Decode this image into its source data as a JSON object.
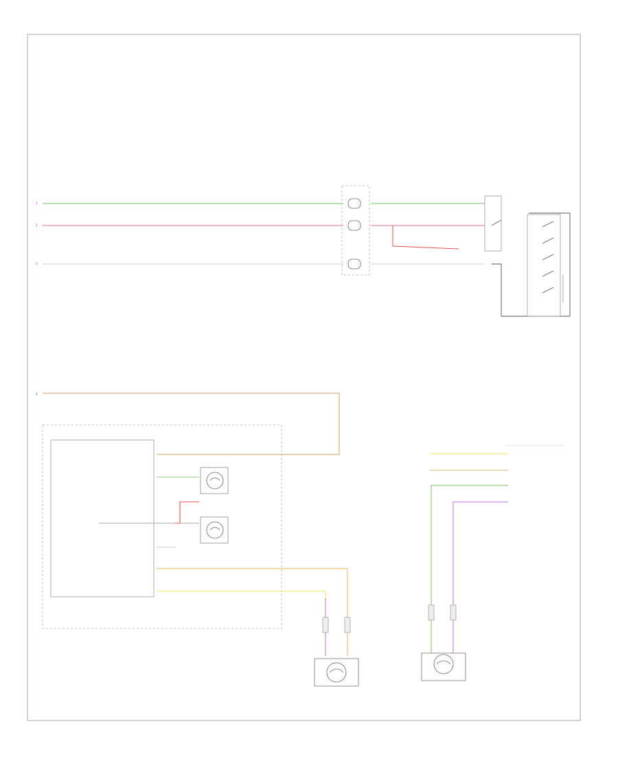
{
  "diagram": {
    "footer_code": "",
    "top_circuits": [
      {
        "id": "c1",
        "color": "#8fd080",
        "start_label": "",
        "mid_label": "",
        "right_label": ""
      },
      {
        "id": "c2",
        "color": "#f08a9a",
        "start_label": "",
        "mid_label": "",
        "right_label": ""
      },
      {
        "id": "c3",
        "color": "#d8d8d8",
        "start_label": "",
        "mid_label": "",
        "right_label": ""
      }
    ],
    "lower_circuit": {
      "color": "#d9b48a",
      "label": ""
    },
    "connectors": {
      "inline_connector_label": "",
      "switch_assembly_label": "",
      "range_switch_label": "",
      "tcm_label": "",
      "solenoid_assembly_label": "",
      "auto_trans_label": "",
      "input_sensor_label": "",
      "output_sensor_label": "",
      "trans_module_label": ""
    },
    "wire_colors": {
      "green": "#8fd080",
      "pink": "#f08a9a",
      "gray": "#d8d8d8",
      "tan": "#d9b48a",
      "orange": "#f2c27a",
      "yellow": "#f2ea8a",
      "violet": "#d08ae0",
      "red": "#e05050"
    }
  }
}
